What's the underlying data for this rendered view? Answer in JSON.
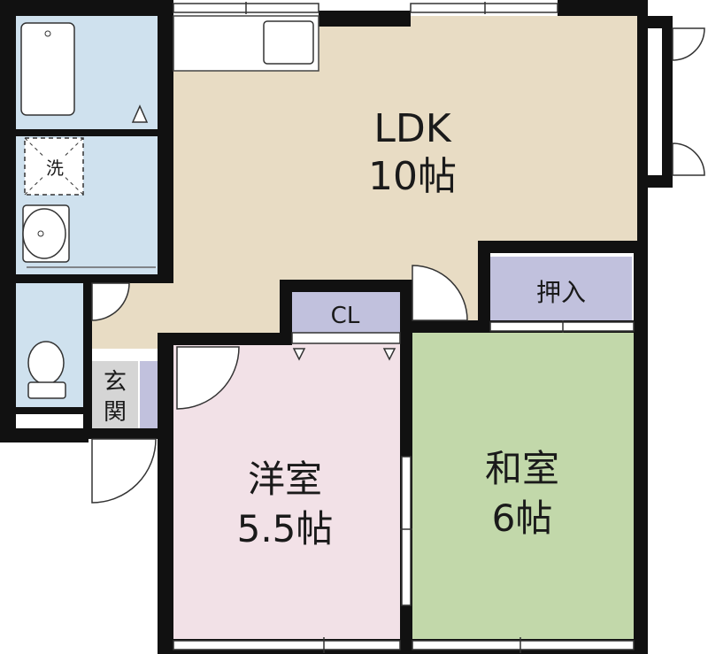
{
  "floor_plan": {
    "rooms": {
      "ldk": {
        "name": "LDK",
        "size": "10帖"
      },
      "western_room": {
        "name": "洋室",
        "size": "5.5帖"
      },
      "japanese_room": {
        "name": "和室",
        "size": "6帖"
      },
      "closet": {
        "name": "CL"
      },
      "oshiire": {
        "name": "押入"
      },
      "entrance": {
        "name_line1": "玄",
        "name_line2": "関"
      },
      "laundry": {
        "name": "洗"
      }
    },
    "colors": {
      "wall": "#111111",
      "ldk_floor": "#e8dcc4",
      "western_floor": "#f2e1e7",
      "japanese_floor": "#c2d8aa",
      "storage_floor": "#c1c1dd",
      "wet_area_floor": "#cfe1ee",
      "entrance_floor": "#d5d5d5"
    }
  }
}
